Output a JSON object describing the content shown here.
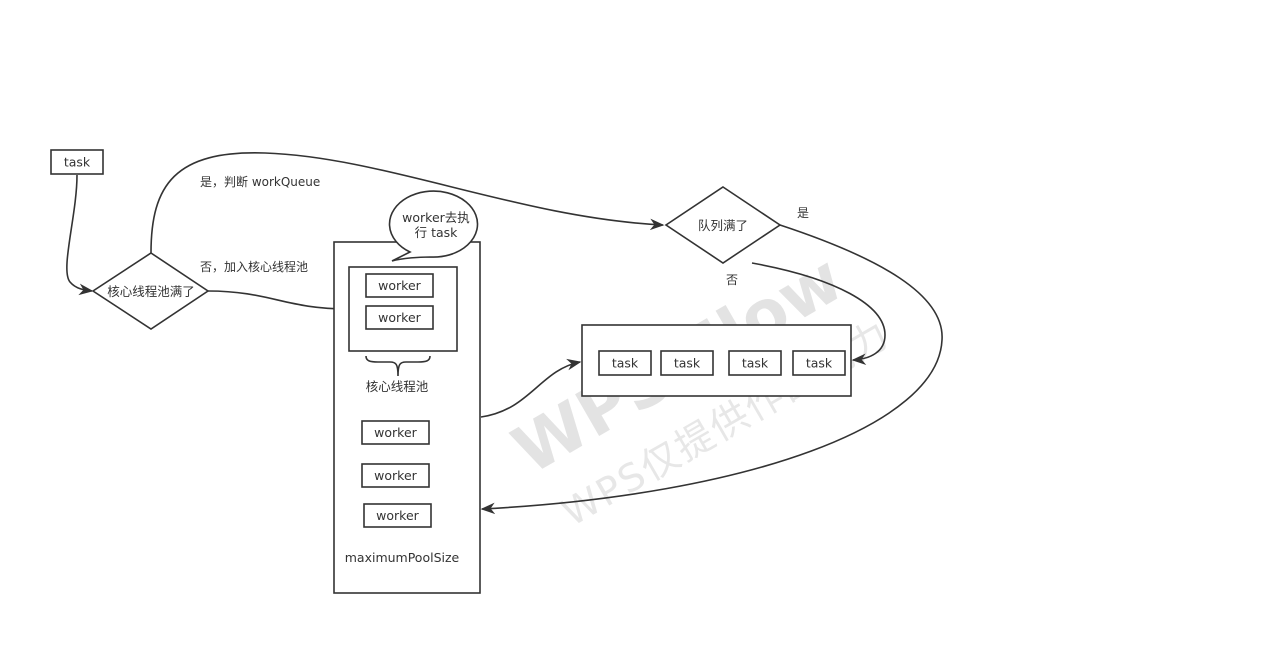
{
  "watermark": {
    "title": "WPS Flow",
    "subtitle": "WPS仅提供作图能力"
  },
  "nodes": {
    "task_start": "task",
    "decision_core_full": "核心线程池满了",
    "decision_queue_full": "队列满了",
    "speech_bubble_line1": "worker去执",
    "speech_bubble_line2": "行 task",
    "core_worker_1": "worker",
    "core_worker_2": "worker",
    "core_pool_label": "核心线程池",
    "extra_worker_1": "worker",
    "extra_worker_2": "worker",
    "extra_worker_3": "worker",
    "max_pool_label": "maximumPoolSize",
    "queue_task_1": "task",
    "queue_task_2": "task",
    "queue_task_3": "task",
    "queue_task_4": "task"
  },
  "edges": {
    "yes_check_queue": "是，判断 workQueue",
    "no_add_core": "否，加入核心线程池",
    "queue_yes": "是",
    "queue_no": "否"
  }
}
